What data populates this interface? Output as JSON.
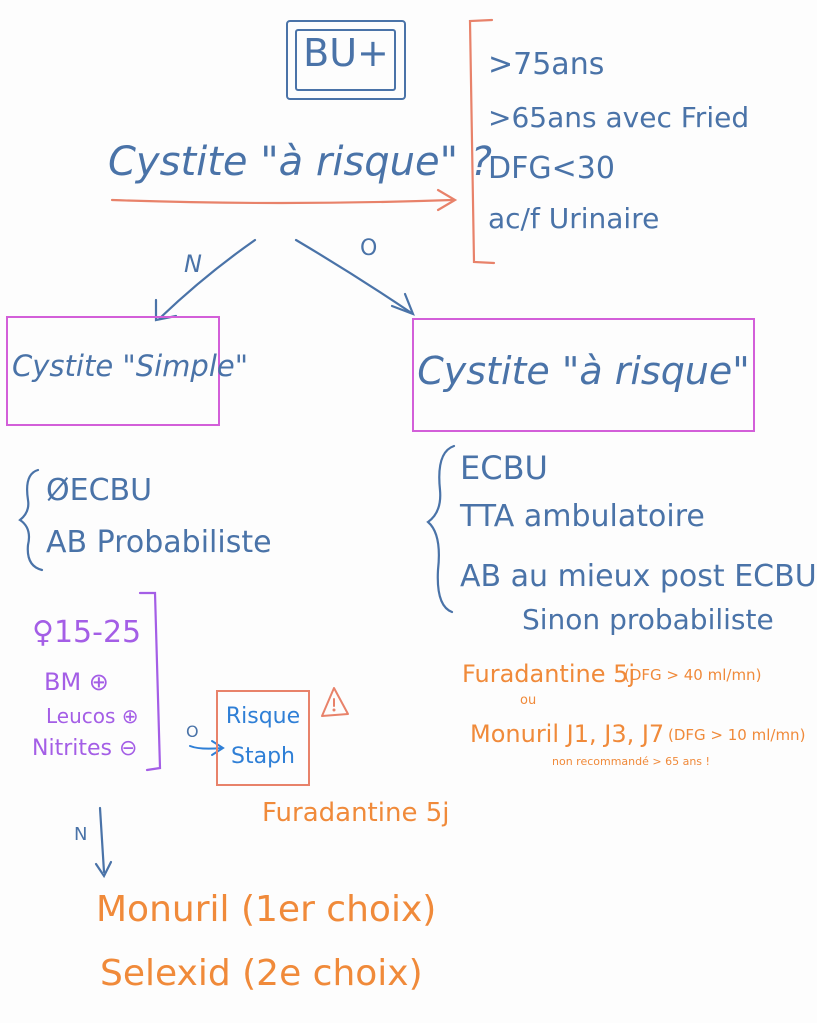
{
  "diagram": {
    "root": "BU+",
    "question": "Cystite \"à risque\" ?",
    "risk_criteria": [
      ">75ans",
      ">65ans avec Fried",
      "DFG<30",
      "ac/f Urinaire"
    ],
    "edge_no": "N",
    "edge_yes": "O",
    "simple": {
      "title": "Cystite \"Simple\"",
      "actions": [
        "ØECBU",
        "AB Probabiliste"
      ],
      "criteria": [
        "♀15-25",
        "BM ⊕",
        "Leucos ⊕",
        "Nitrites ⊖"
      ],
      "edge_yes": "O",
      "edge_no": "N",
      "risk_box": [
        "Risque",
        "Staph"
      ],
      "warning_icon": "warning-triangle-icon",
      "risk_treatment": "Furadantine 5j",
      "treatments": [
        "Monuril (1er choix)",
        "Selexid (2e choix)"
      ]
    },
    "risk": {
      "title": "Cystite \"à risque\"",
      "actions": [
        "ECBU",
        "TTA ambulatoire",
        "AB au mieux post ECBU",
        "Sinon probabiliste"
      ],
      "treatment_1": "Furadantine 5j",
      "treatment_1_note": "(DFG > 40 ml/mn)",
      "or_label": "ou",
      "treatment_2": "Monuril J1, J3, J7",
      "treatment_2_note": "(DFG > 10 ml/mn)",
      "footnote": "non recommandé > 65 ans !"
    }
  },
  "colors": {
    "blue": "#4a73a8",
    "sky": "#2f7fd6",
    "orange": "#f08a3a",
    "violet": "#a45ee6",
    "magenta": "#d35fd9",
    "salmon": "#e8826a"
  }
}
